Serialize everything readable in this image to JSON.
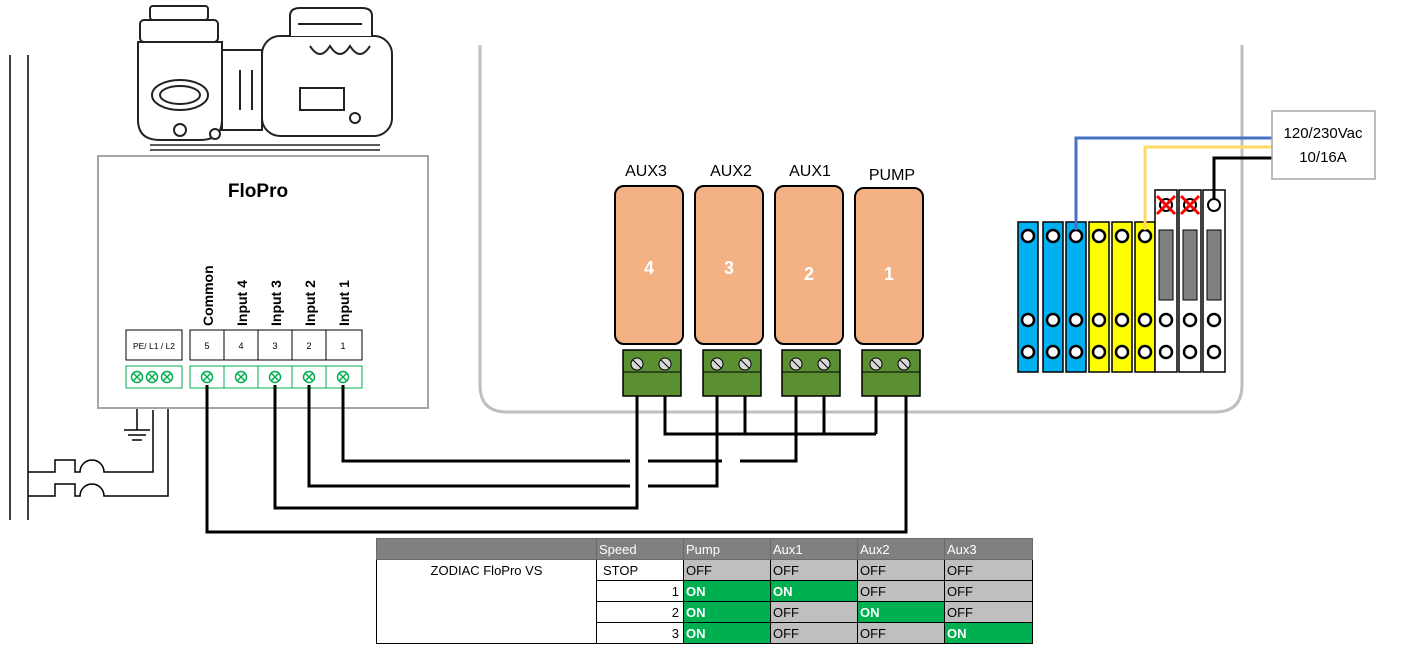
{
  "controller": {
    "name": "FloPro",
    "power_label": "PE/ L1 / L2",
    "inputs": [
      {
        "label": "Common",
        "number": "5"
      },
      {
        "label": "Input 4",
        "number": "4"
      },
      {
        "label": "Input 3",
        "number": "3"
      },
      {
        "label": "Input 2",
        "number": "2"
      },
      {
        "label": "Input 1",
        "number": "1"
      }
    ]
  },
  "relays": [
    {
      "label": "AUX3",
      "number": "4"
    },
    {
      "label": "AUX2",
      "number": "3"
    },
    {
      "label": "AUX1",
      "number": "2"
    },
    {
      "label": "PUMP",
      "number": "1"
    }
  ],
  "supply": {
    "line1": "120/230Vac",
    "line2": "10/16A"
  },
  "colors": {
    "relay_fill": "#f4b183",
    "connector_green": "#5a8f32",
    "terminal_blue": "#00b0f0",
    "terminal_yellow": "#ffff00",
    "wire_blue": "#4472c4",
    "wire_yellow": "#ffd966",
    "on_green": "#00b050",
    "off_gray": "#bfbfbf",
    "header_gray": "#808080"
  },
  "speed_table": {
    "headers": [
      "Speed",
      "Pump",
      "Aux1",
      "Aux2",
      "Aux3"
    ],
    "model": "ZODIAC FloPro VS",
    "rows": [
      {
        "speed": "STOP",
        "pump": "OFF",
        "aux1": "OFF",
        "aux2": "OFF",
        "aux3": "OFF"
      },
      {
        "speed": "1",
        "pump": "ON",
        "aux1": "ON",
        "aux2": "OFF",
        "aux3": "OFF"
      },
      {
        "speed": "2",
        "pump": "ON",
        "aux1": "OFF",
        "aux2": "ON",
        "aux3": "OFF"
      },
      {
        "speed": "3",
        "pump": "ON",
        "aux1": "OFF",
        "aux2": "OFF",
        "aux3": "ON"
      }
    ]
  }
}
